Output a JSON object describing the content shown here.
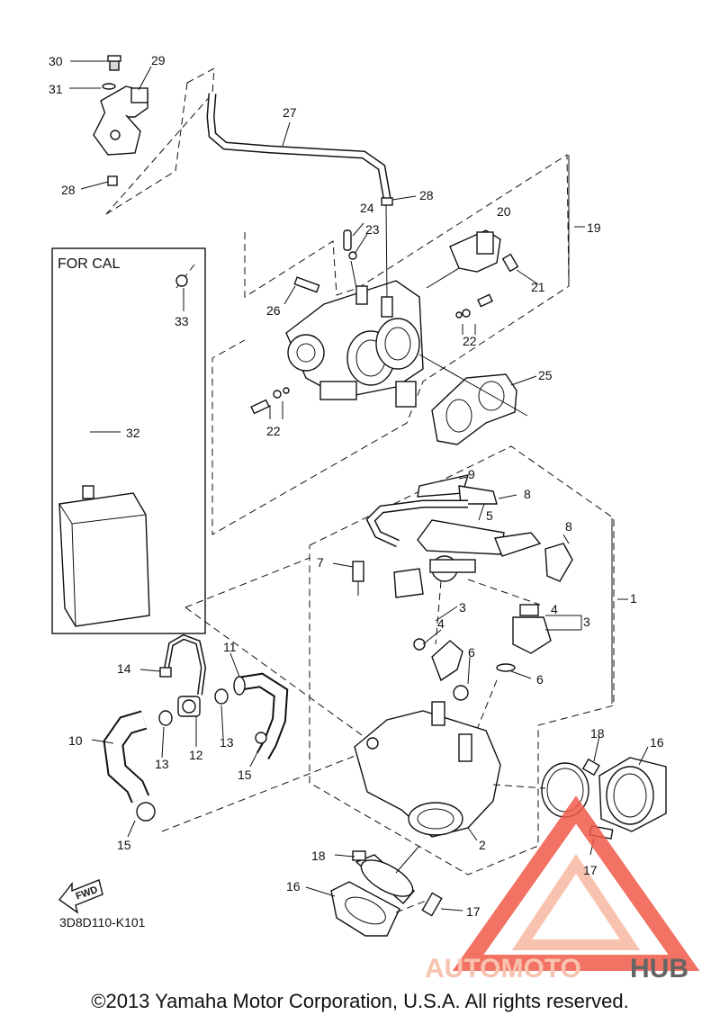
{
  "diagram": {
    "code": "3D8D110-K101",
    "box_label": "FOR CAL",
    "fwd_label": "FWD",
    "callouts": {
      "c30": "30",
      "c29": "29",
      "c31": "31",
      "c28a": "28",
      "c27": "27",
      "c28b": "28",
      "c24": "24",
      "c23": "23",
      "c20": "20",
      "c19": "19",
      "c21": "21",
      "c26": "26",
      "c33": "33",
      "c22a": "22",
      "c22b": "22",
      "c25": "25",
      "c32": "32",
      "c9": "9",
      "c8a": "8",
      "c5": "5",
      "c8b": "8",
      "c7": "7",
      "c1": "1",
      "c3a": "3",
      "c4a": "4",
      "c4b": "4",
      "c3b": "3",
      "c6a": "6",
      "c6b": "6",
      "c14": "14",
      "c11": "11",
      "c13a": "13",
      "c12": "12",
      "c13b": "13",
      "c15a": "15",
      "c10": "10",
      "c15b": "15",
      "c18a": "18",
      "c16a": "16",
      "c17a": "17",
      "c2": "2",
      "c18b": "18",
      "c16b": "16",
      "c17b": "17"
    }
  },
  "watermark": {
    "part1": "AUTOMOTO",
    "part2": "HUB",
    "color_primary": "#f05a4a",
    "color_secondary": "#f7b9a0",
    "color_dark": "#4a4a4a"
  },
  "footer": {
    "copyright": "©2013 Yamaha Motor Corporation, U.S.A. All rights reserved."
  }
}
